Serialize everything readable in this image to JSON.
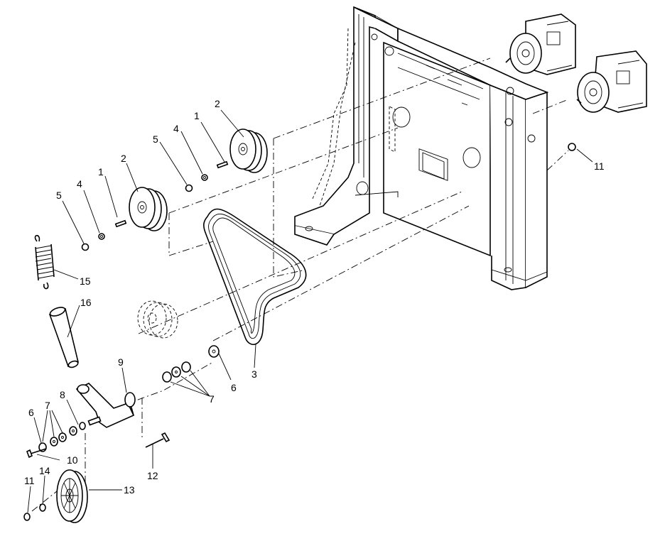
{
  "callouts": [
    {
      "id": "c1a",
      "text": "1"
    },
    {
      "id": "c2a",
      "text": "2"
    },
    {
      "id": "c4a",
      "text": "4"
    },
    {
      "id": "c5a",
      "text": "5"
    },
    {
      "id": "c1b",
      "text": "1"
    },
    {
      "id": "c2b",
      "text": "2"
    },
    {
      "id": "c4b",
      "text": "4"
    },
    {
      "id": "c5b",
      "text": "5"
    },
    {
      "id": "c11a",
      "text": "11"
    },
    {
      "id": "c15",
      "text": "15"
    },
    {
      "id": "c16",
      "text": "16"
    },
    {
      "id": "c9",
      "text": "9"
    },
    {
      "id": "c8",
      "text": "8"
    },
    {
      "id": "c7a",
      "text": "7"
    },
    {
      "id": "c6a",
      "text": "6"
    },
    {
      "id": "c10",
      "text": "10"
    },
    {
      "id": "c6b",
      "text": "6"
    },
    {
      "id": "c3",
      "text": "3"
    },
    {
      "id": "c7b",
      "text": "7"
    },
    {
      "id": "c12",
      "text": "12"
    },
    {
      "id": "c13",
      "text": "13"
    },
    {
      "id": "c14",
      "text": "14"
    },
    {
      "id": "c11b",
      "text": "11"
    }
  ]
}
